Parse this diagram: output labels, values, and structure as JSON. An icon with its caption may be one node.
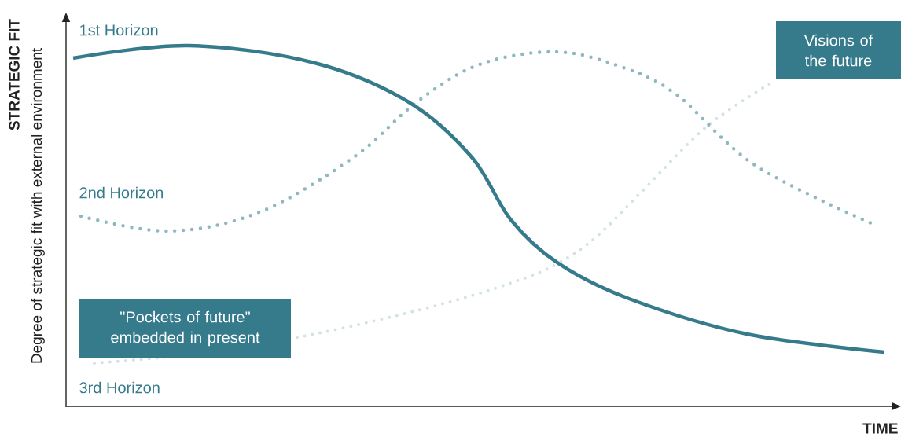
{
  "diagram": {
    "nodes": [
      {
        "text": [
          "\"Pockets of future\" embedded in present"
        ]
      },
      {
        "text": [
          "Visions of the future"
        ]
      }
    ],
    "labels": [
      "STRATEGIC FIT",
      "Degree of strategic fit with external environment",
      "1st Horizon",
      "2nd Horizon",
      "3rd Horizon",
      "TIME"
    ]
  }
}
